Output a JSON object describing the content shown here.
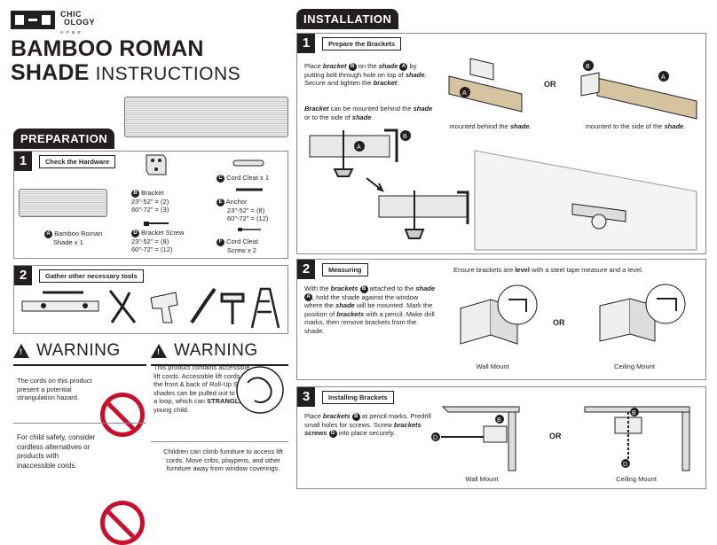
{
  "brand": {
    "line1": "CHIC",
    "line2": "OLOGY",
    "sub": "HOME"
  },
  "title": {
    "line1": "BAMBOO ROMAN",
    "line2": "SHADE",
    "line2b": "INSTRUCTIONS"
  },
  "preparation": {
    "tab": "PREPARATION",
    "step1": {
      "num": "1",
      "title": "Check the Hardware",
      "shade": {
        "letter": "A",
        "name": "Bamboo Roman",
        "qty": "Shade x 1"
      },
      "bracket": {
        "letter": "B",
        "name": "Bracket",
        "q1": "23\"-52\" = (2)",
        "q2": "60\"-72\" = (3)"
      },
      "bracket_screw": {
        "letter": "D",
        "name": "Bracket Screw",
        "q1": "23\"-52\" = (8)",
        "q2": "60\"-72\" = (12)"
      },
      "cord_cleat": {
        "letter": "C",
        "name": "Cord Cleat x 1"
      },
      "anchor": {
        "letter": "E",
        "name": "Anchor",
        "q1": "23\"-52\" = (8)",
        "q2": "60\"-72\" = (12)"
      },
      "cleat_screw": {
        "letter": "F",
        "name": "Cord Cleat",
        "qty": "Screw x 2"
      }
    },
    "step2": {
      "num": "2",
      "title": "Gather other necessary tools"
    }
  },
  "warning_left": {
    "head": "WARNING",
    "text1": "The cords on this product present a potential strangulation hazard.",
    "text2": "For child safety, consider cordless alternatives or products with inaccessible cords."
  },
  "warning_right": {
    "head": "WARNING",
    "text1a": "This product contains accessible lift cords. Accessible lift cords on the front & back of Roll-Up Style shades can be pulled out to form a loop, which can",
    "text1b": "STRANGLE",
    "text1c": "a young child.",
    "text2": "Children can climb furniture to access lift cords. Move cribs, playpens, and other furniture away from window coverings."
  },
  "installation": {
    "tab": "INSTALLATION",
    "step1": {
      "num": "1",
      "title": "Prepare the Brackets",
      "p1a": "Place",
      "p1b": "bracket",
      "p1c": "on the",
      "p1d": "shade",
      "p1e": "by putting bolt through hole on top of",
      "p1f": "shade",
      "p1g": ". Secure and tighten the",
      "p1h": "bracket",
      "p1i": ".",
      "p2a": "Bracket",
      "p2b": "can be mounted behind the",
      "p2c": "shade",
      "p2d": "or to the side of",
      "p2e": "shade",
      "p2f": ".",
      "or": "OR",
      "cap_behind_a": "mounted behind the",
      "cap_behind_b": "shade",
      "cap_behind_c": ".",
      "cap_side_a": "mounted to the side of the",
      "cap_side_b": "shade",
      "cap_side_c": "."
    },
    "step2": {
      "num": "2",
      "title": "Measuring",
      "note_a": "Ensure brackets are",
      "note_b": "level",
      "note_c": "with a steel tape measure and a level.",
      "p_a": "With the",
      "p_b": "brackets",
      "p_c": "attached to the",
      "p_d": "shade",
      "p_e": ", hold the shade against the window where the",
      "p_f": "shade",
      "p_g": "will be mounted. Mark the position of",
      "p_h": "brackets",
      "p_i": "with a pencil. Make drill marks, then remove brackets from the shade.",
      "or": "OR",
      "cap_wall": "Wall Mount",
      "cap_ceiling": "Ceiling Mount"
    },
    "step3": {
      "num": "3",
      "title": "Installing Brackets",
      "p_a": "Place",
      "p_b": "brackets",
      "p_c": "at pencil marks. Predrill small holes for screws. Screw",
      "p_d": "brackets screws",
      "p_e": "into place securely.",
      "or": "OR",
      "cap_wall": "Wall Mount",
      "cap_ceiling": "Ceiling Mount"
    }
  },
  "letters": {
    "A": "A",
    "B": "B",
    "C": "C",
    "D": "D",
    "E": "E",
    "F": "F"
  }
}
